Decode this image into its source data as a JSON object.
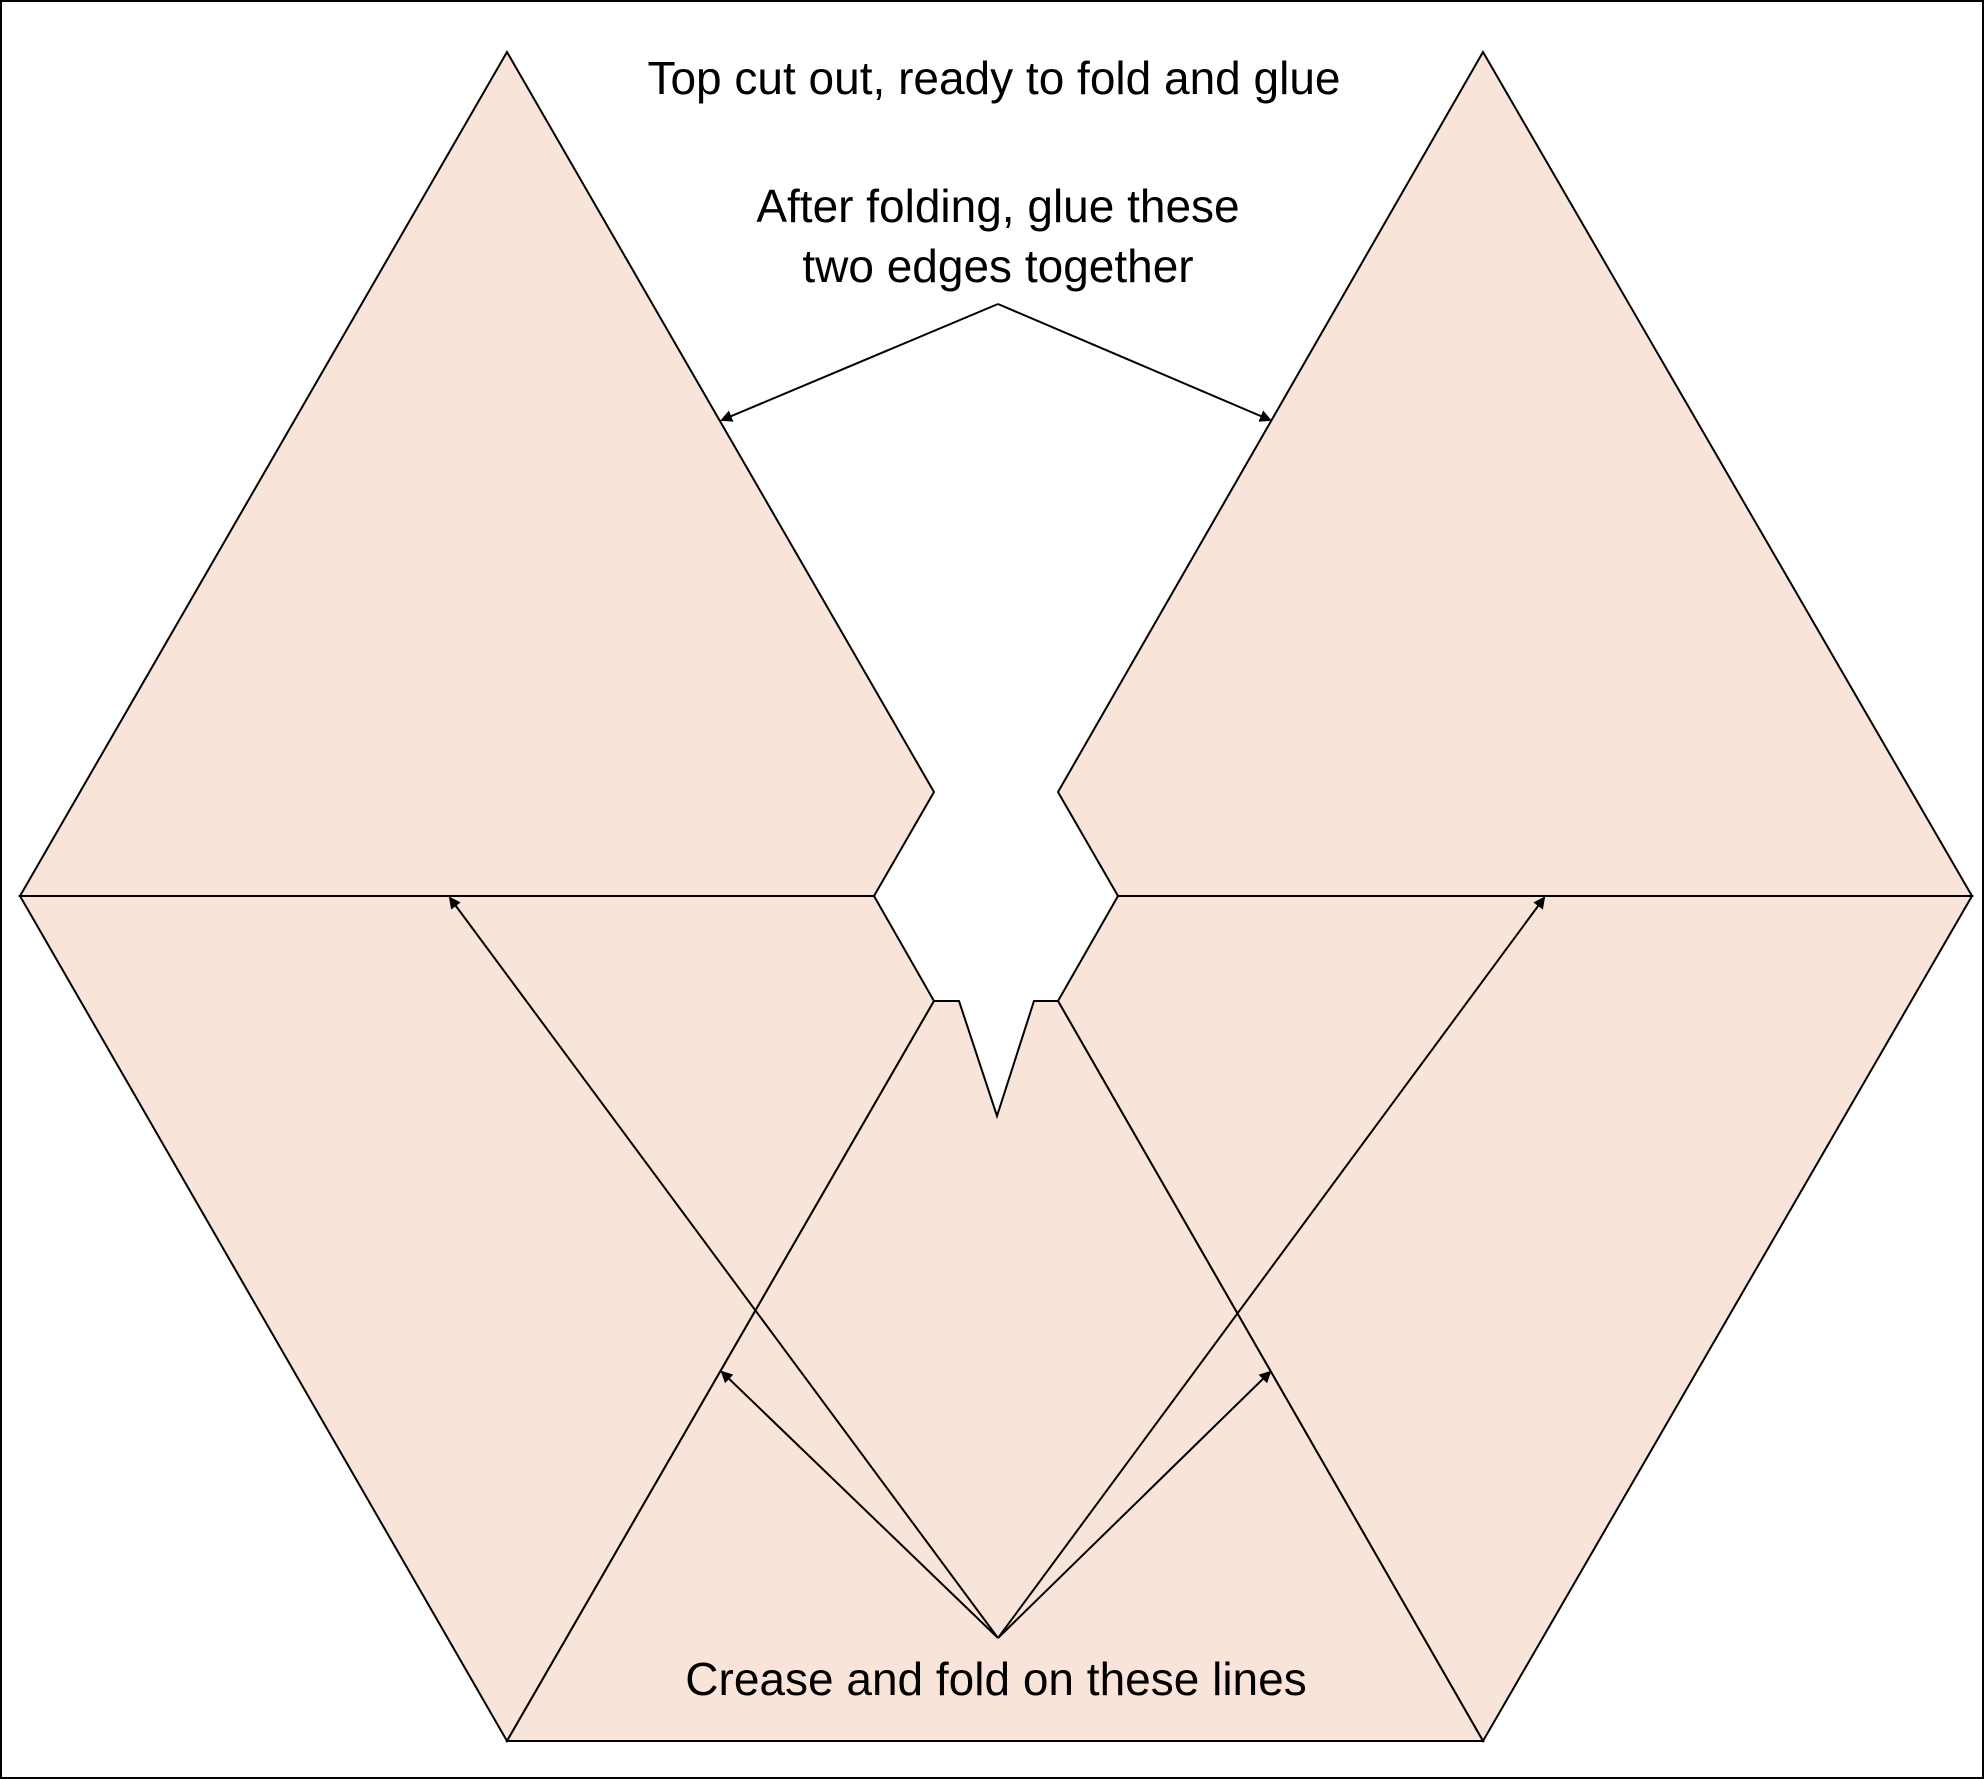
{
  "colors": {
    "panel_fill": "#f9e4d9",
    "stroke": "#000000",
    "background": "#ffffff"
  },
  "labels": {
    "title": "Top cut out, ready to fold and glue",
    "glue_note_line1": "After folding, glue these",
    "glue_note_line2": "two edges together",
    "crease_note": "Crease and fold on these lines"
  }
}
